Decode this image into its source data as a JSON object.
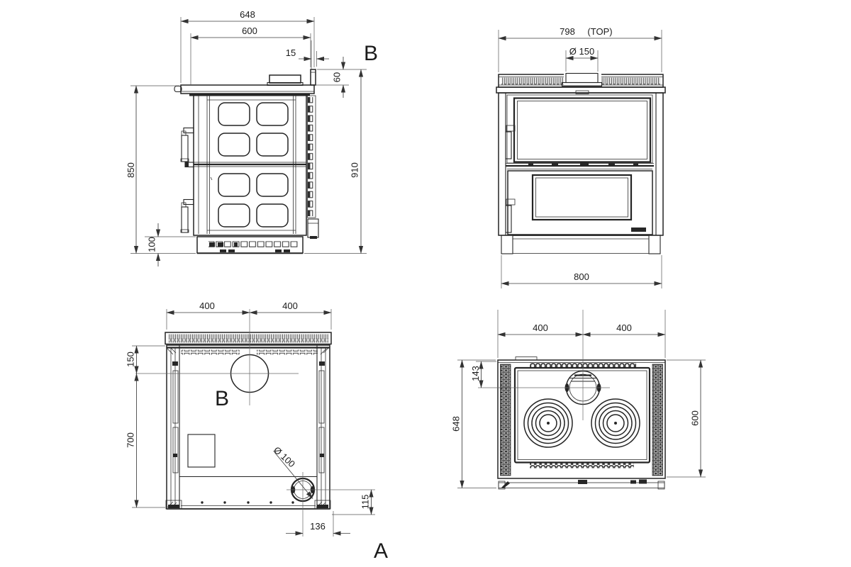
{
  "views": {
    "side": {
      "section_label": "B",
      "dims": {
        "overall_width": "648",
        "top_plate_width": "600",
        "flue_gap": "15",
        "upstand_height": "60",
        "overall_height": "910",
        "body_height": "850",
        "plinth_height": "100"
      }
    },
    "front": {
      "dims": {
        "top_width": "798",
        "top_width_note": "(TOP)",
        "flue_diameter": "Ø 150",
        "body_width": "800"
      }
    },
    "back": {
      "flue_label": "B",
      "inlet_label": "A",
      "dims": {
        "width_left": "400",
        "width_right": "400",
        "flue_offset_top": "150",
        "panel_height": "700",
        "inlet_diameter": "Ø 100",
        "inlet_height": "115",
        "inlet_offset": "136"
      }
    },
    "top": {
      "dims": {
        "width_left": "400",
        "width_right": "400",
        "flue_offset": "143",
        "overall_depth": "648",
        "top_plate_depth": "600"
      }
    }
  },
  "colors": {
    "background": "#ffffff",
    "line": "#242424",
    "dimension_line": "#3d3d3d",
    "text": "#1b1b1b"
  }
}
